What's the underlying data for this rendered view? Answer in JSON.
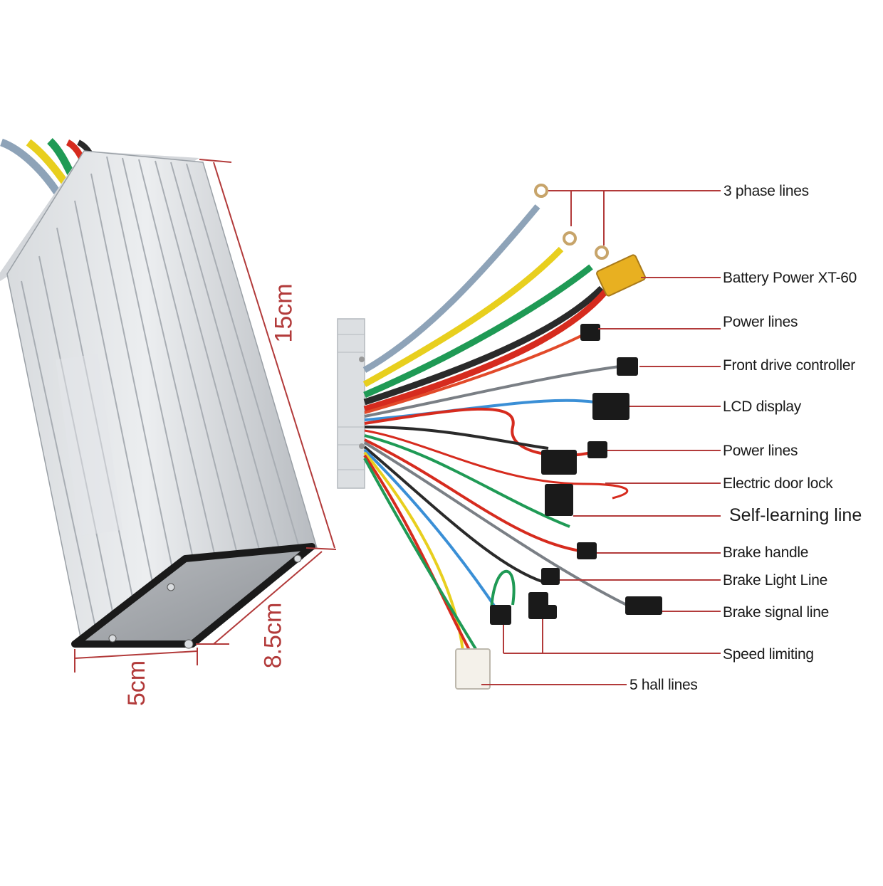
{
  "dimensions": {
    "length": "15cm",
    "width": "8.5cm",
    "height": "5cm"
  },
  "callouts": [
    {
      "id": "phase",
      "text": "3 phase lines"
    },
    {
      "id": "battery",
      "text": "Battery Power XT-60"
    },
    {
      "id": "power1",
      "text": "Power lines"
    },
    {
      "id": "front",
      "text": "Front drive controller"
    },
    {
      "id": "lcd",
      "text": "LCD display"
    },
    {
      "id": "power2",
      "text": "Power lines"
    },
    {
      "id": "doorlock",
      "text": "Electric door lock"
    },
    {
      "id": "selflearn",
      "text": "Self-learning line"
    },
    {
      "id": "brakehandle",
      "text": "Brake handle"
    },
    {
      "id": "brakelight",
      "text": "Brake Light Line"
    },
    {
      "id": "brakesignal",
      "text": "Brake signal line"
    },
    {
      "id": "speed",
      "text": "Speed limiting"
    },
    {
      "id": "hall",
      "text": "5 hall lines"
    }
  ],
  "colors": {
    "annotation": "#b23a3a",
    "housing": "#c9ccd0"
  }
}
